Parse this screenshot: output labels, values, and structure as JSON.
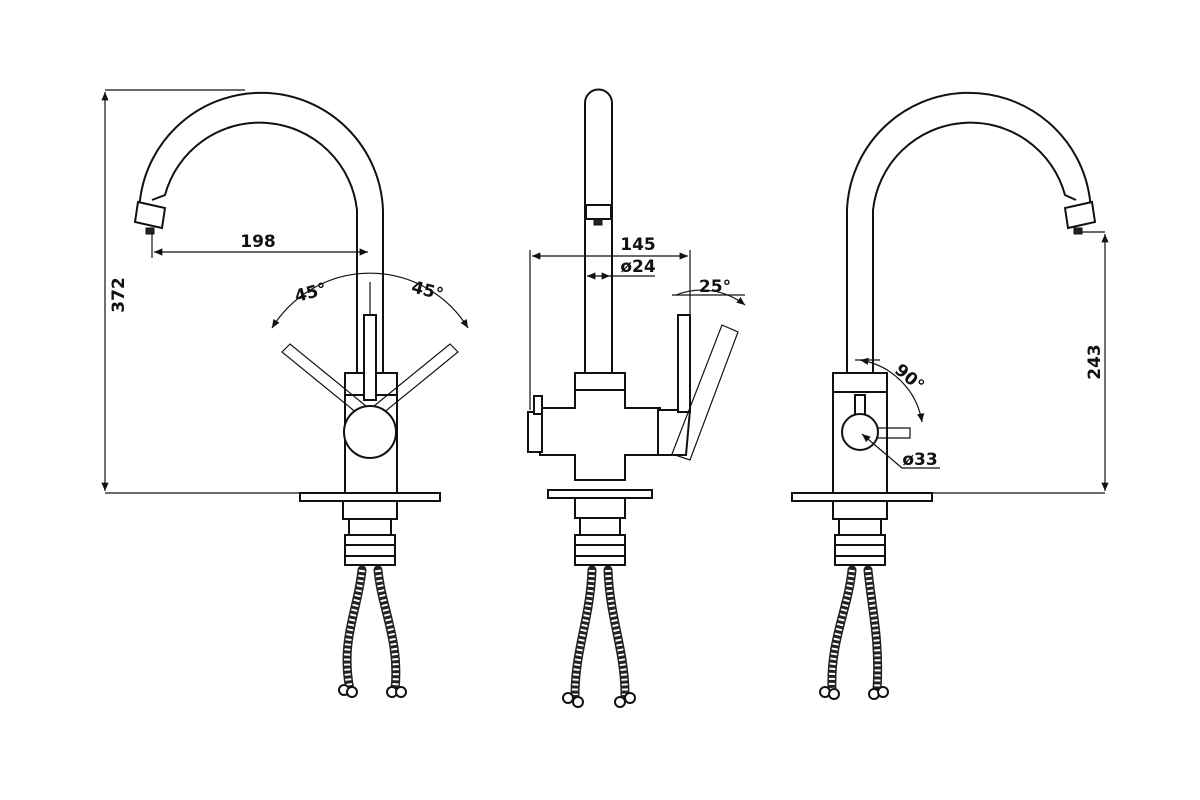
{
  "drawing": {
    "front_view": {
      "height": "372",
      "reach": "198",
      "angle_left": "45°",
      "angle_right": "45°"
    },
    "side_view": {
      "width": "145",
      "spout_diameter": "ø24",
      "lever_angle": "25°"
    },
    "rear_view": {
      "spout_height": "243",
      "lever_angle": "90°",
      "body_diameter": "ø33"
    },
    "line_color": "#111111",
    "background": "#ffffff"
  }
}
